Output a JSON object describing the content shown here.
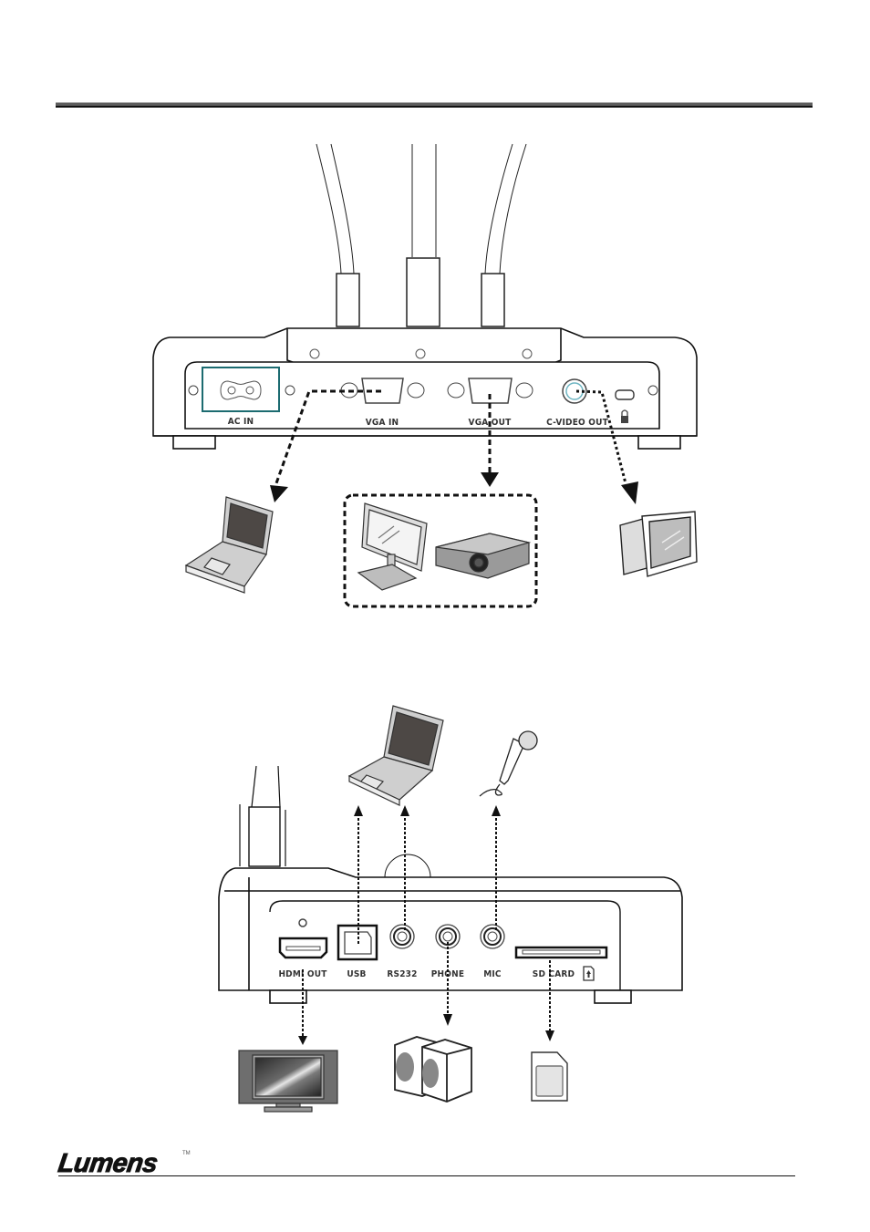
{
  "header": {
    "rule": true
  },
  "rear_panel": {
    "ports": [
      {
        "id": "ac-in",
        "label": "AC IN"
      },
      {
        "id": "vga-in",
        "label": "VGA IN"
      },
      {
        "id": "vga-out",
        "label": "VGA OUT"
      },
      {
        "id": "c-video-out",
        "label": "C-VIDEO OUT"
      },
      {
        "id": "kensington-lock",
        "label": "lock-icon"
      }
    ],
    "connections": [
      {
        "from": "VGA IN",
        "to": "laptop-icon",
        "style": "dashed"
      },
      {
        "from": "VGA OUT",
        "to": [
          "monitor-icon",
          "projector-icon"
        ],
        "style": "dashed"
      },
      {
        "from": "C-VIDEO OUT",
        "to": "crt-tv-icon",
        "style": "dotted"
      }
    ]
  },
  "side_panel": {
    "ports": [
      {
        "id": "hdmi-out",
        "label": "HDMI OUT"
      },
      {
        "id": "usb",
        "label": "USB"
      },
      {
        "id": "rs232",
        "label": "RS232"
      },
      {
        "id": "phone",
        "label": "PHONE"
      },
      {
        "id": "mic",
        "label": "MIC"
      },
      {
        "id": "sd-card",
        "label": "SD CARD"
      }
    ],
    "connections": [
      {
        "from": "USB",
        "to": "laptop-icon",
        "direction": "up"
      },
      {
        "from": "RS232",
        "to": "laptop-icon",
        "direction": "up"
      },
      {
        "from": "MIC",
        "to": "microphone-icon",
        "direction": "up"
      },
      {
        "from": "HDMI OUT",
        "to": "flat-tv-icon",
        "direction": "down"
      },
      {
        "from": "PHONE",
        "to": "speakers-icon",
        "direction": "down"
      },
      {
        "from": "SD CARD",
        "to": "sd-card-icon",
        "direction": "down"
      }
    ]
  },
  "footer": {
    "brand": "Lumens",
    "trademark": "TM"
  }
}
